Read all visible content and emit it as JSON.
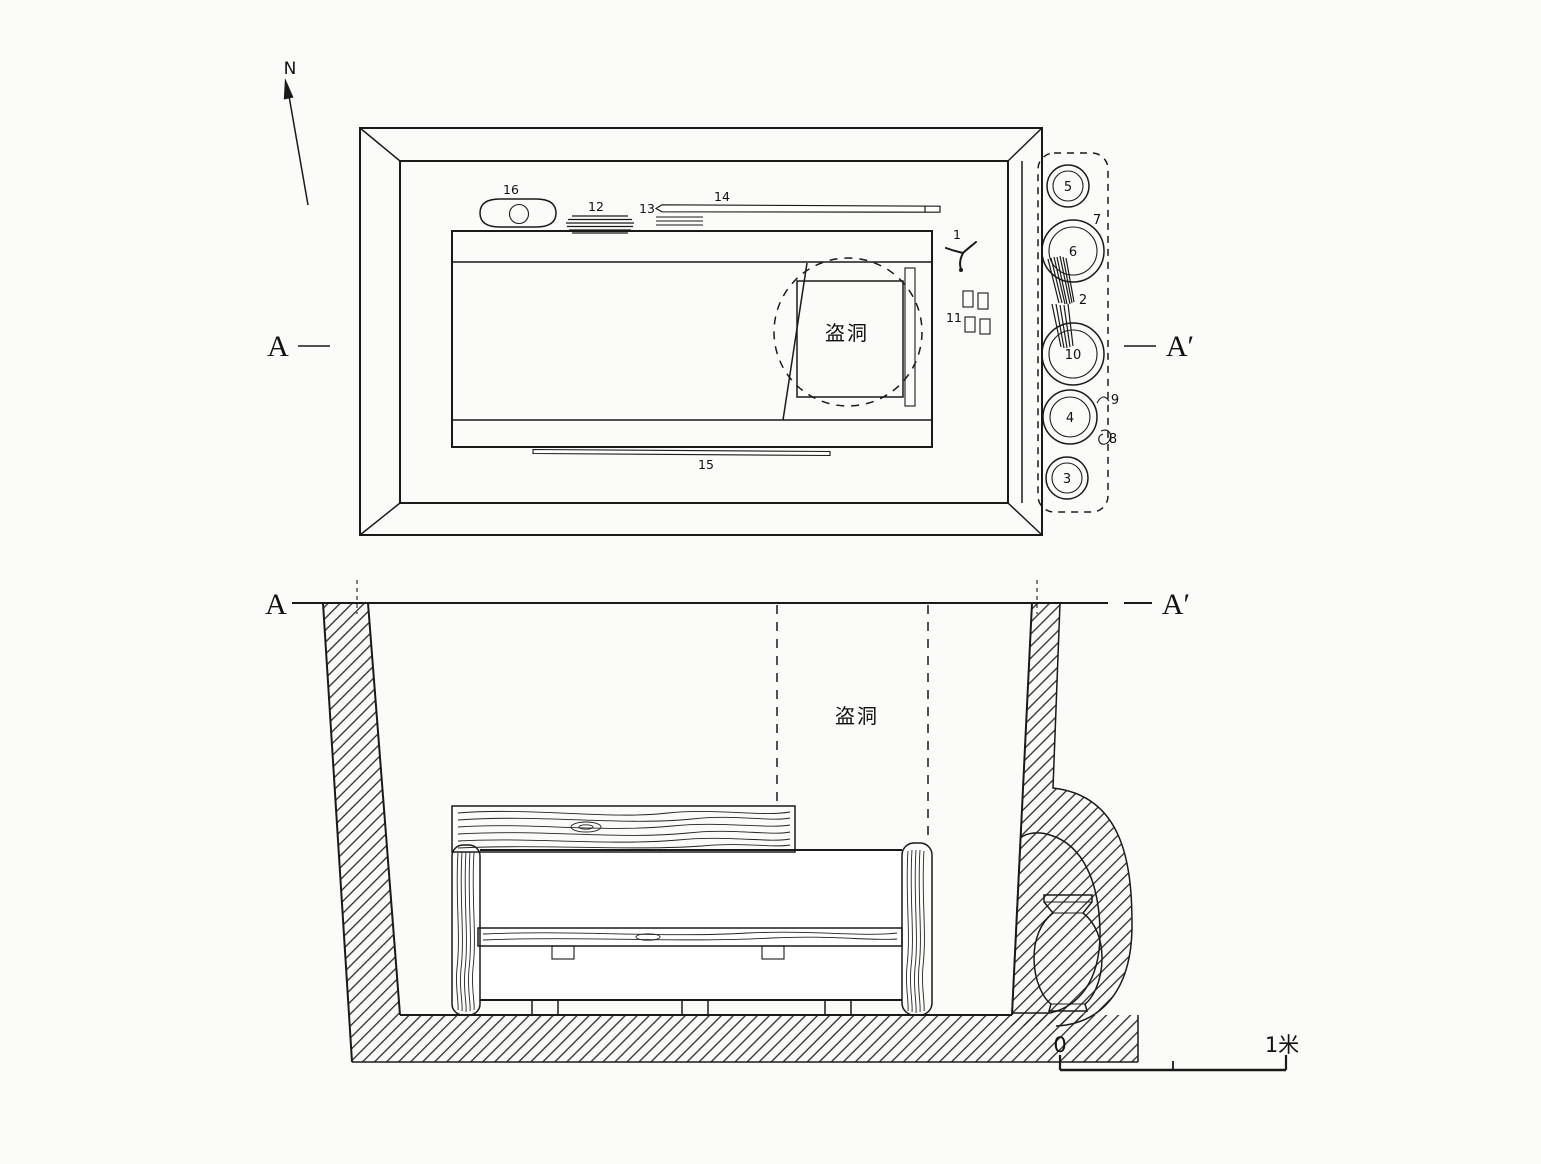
{
  "figure": {
    "compass_label": "N",
    "scale_zero": "0",
    "scale_unit": "1米"
  },
  "plan": {
    "label_a": "A",
    "label_a_prime": "A′",
    "robber_hole": "盗洞",
    "items": {
      "1": "1",
      "11": "11",
      "12": "12",
      "13": "13",
      "14": "14",
      "15": "15",
      "16": "16"
    },
    "vessels": {
      "2": "2",
      "3": "3",
      "4": "4",
      "5": "5",
      "6": "6",
      "7": "7",
      "8": "8",
      "9": "9",
      "10": "10"
    }
  },
  "section": {
    "label_a": "A",
    "label_a_prime": "A′",
    "robber_hole": "盗洞"
  },
  "colors": {
    "ink": "#1a1a1a",
    "paper": "#fbfbf8"
  }
}
